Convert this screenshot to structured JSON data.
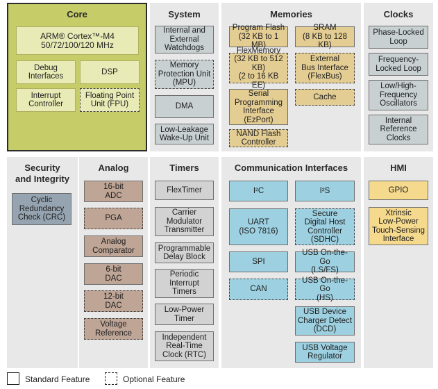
{
  "sections": {
    "core": "Core",
    "system": "System",
    "memories": "Memories",
    "clocks": "Clocks",
    "security": "Security\nand Integrity",
    "analog": "Analog",
    "timers": "Timers",
    "comm": "Communication Interfaces",
    "hmi": "HMI"
  },
  "core": {
    "arm": "ARM® Cortex™-M4\n50/72/100/120 MHz",
    "debug": "Debug\nInterfaces",
    "dsp": "DSP",
    "interrupt": "Interrupt\nController",
    "fpu": "Floating Point\nUnit (FPU)"
  },
  "system": {
    "watchdogs": "Internal and\nExternal\nWatchdogs",
    "mpu": "Memory\nProtection Unit\n(MPU)",
    "dma": "DMA",
    "wakeup": "Low-Leakage\nWake-Up Unit"
  },
  "memories": {
    "flash": "Program Flash\n(32 KB to 1 MB)",
    "sram": "SRAM\n(8 KB to 128 KB)",
    "flexmemory": "FlexMemory\n(32 KB to 512 KB)\n(2 to 16 KB EE)",
    "flexbus": "External\nBus Interface\n(FlexBus)",
    "ezport": "Serial\nProgramming\nInterface\n(EzPort)",
    "cache": "Cache",
    "nand": "NAND Flash\nController"
  },
  "clocks": {
    "pll": "Phase-Locked\nLoop",
    "fll": "Frequency-\nLocked Loop",
    "osc": "Low/High-\nFrequency\nOscillators",
    "irc": "Internal\nReference\nClocks"
  },
  "security": {
    "crc": "Cyclic\nRedundancy\nCheck (CRC)"
  },
  "analog": {
    "adc": "16-bit\nADC",
    "pga": "PGA",
    "comparator": "Analog\nComparator",
    "dac6": "6-bit\nDAC",
    "dac12": "12-bit\nDAC",
    "vref": "Voltage\nReference"
  },
  "timers": {
    "flextimer": "FlexTimer",
    "cmt": "Carrier\nModulator\nTransmitter",
    "pdb": "Programmable\nDelay Block",
    "pit": "Periodic\nInterrupt\nTimers",
    "lptimer": "Low-Power\nTimer",
    "rtc": "Independent\nReal-Time\nClock (RTC)"
  },
  "comm": {
    "i2c": "I²C",
    "i2s": "I²S",
    "uart": "UART\n(ISO 7816)",
    "sdhc": "Secure\nDigital Host\nController\n(SDHC)",
    "spi": "SPI",
    "usb_lsfs": "USB On-the-Go\n(LS/FS)",
    "can": "CAN",
    "usb_hs": "USB On-the-Go\n(HS)",
    "dcd": "USB Device\nCharger Detect\n(DCD)",
    "usb_vreg": "USB Voltage\nRegulator"
  },
  "hmi": {
    "gpio": "GPIO",
    "tsi": "Xtrinsic\nLow-Power\nTouch-Sensing\nInterface"
  },
  "legend": {
    "standard": "Standard Feature",
    "optional": "Optional Feature"
  }
}
